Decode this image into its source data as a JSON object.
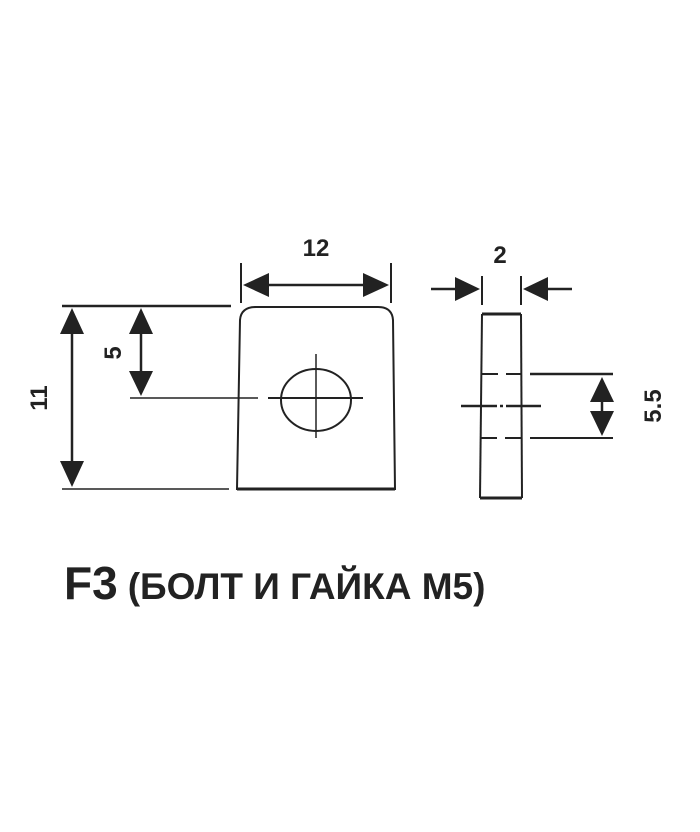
{
  "title": {
    "code": "F3",
    "description": "(БОЛТ И ГАЙКА М5)"
  },
  "dimensions": {
    "width": "12",
    "height": "11",
    "hole_offset": "5",
    "thickness": "2",
    "slot_width": "5.5"
  },
  "colors": {
    "line": "#222222",
    "background": "#ffffff"
  }
}
